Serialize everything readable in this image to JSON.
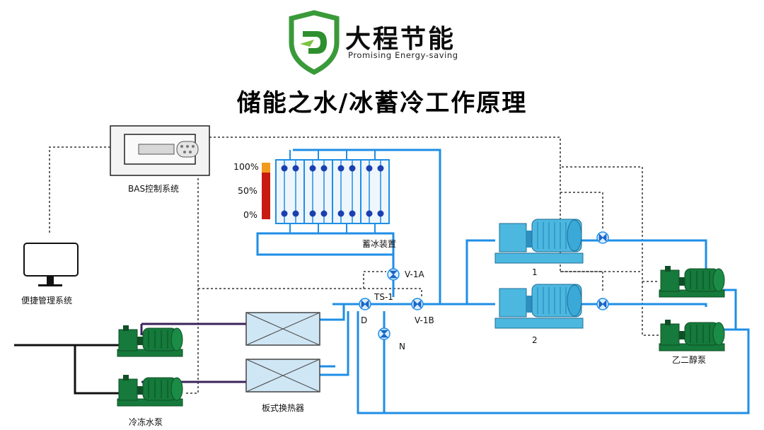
{
  "brand": {
    "name": "大程节能",
    "slogan": "Promising Energy-saving",
    "logo_icon": "shield-leaf-logo-icon"
  },
  "title": "储能之水/冰蓄冷工作原理",
  "labels": {
    "bas": "BAS控制系统",
    "monitor": "便捷管理系统",
    "ice_storage": "蓄冰装置",
    "chiller_1": "1",
    "chiller_2": "2",
    "glycol_pump": "乙二醇泵",
    "chilled_water_pump": "冷冻水泵",
    "plate_hx": "板式换热器",
    "valve_v1a": "V-1A",
    "valve_ts1": "TS-1",
    "valve_v1b": "V-1B",
    "valve_d": "D",
    "valve_n": "N"
  },
  "level_scale": {
    "top": "100%",
    "mid": "50%",
    "bottom": "0%"
  },
  "colors": {
    "pipe": "#1e8ee6",
    "pump_green": "#157a3b",
    "pump_dark": "#0f4f26",
    "chiller_blue": "#4cb8e0",
    "chiller_dark": "#2c8fc0",
    "hx_fill": "#cfe6f5",
    "purple_pipe": "#3b235a",
    "level_red": "#c81b12",
    "level_orange": "#f39a1e",
    "control_line": "#333333"
  }
}
